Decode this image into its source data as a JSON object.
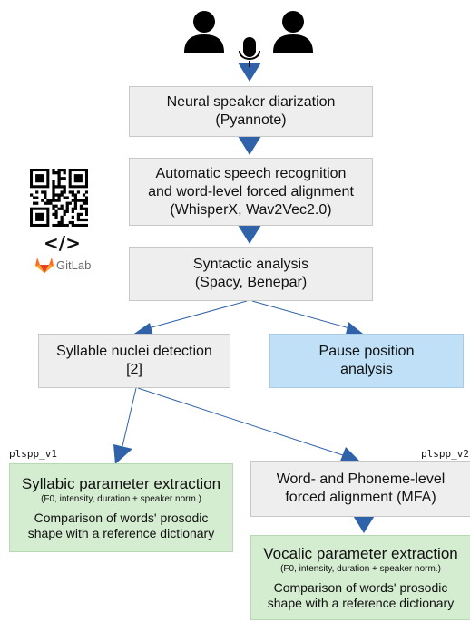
{
  "boxes": {
    "diarization": {
      "line1": "Neural speaker diarization",
      "line2": "(Pyannote)"
    },
    "asr": {
      "line1": "Automatic speech recognition",
      "line2": "and word-level forced alignment",
      "line3": "(WhisperX, Wav2Vec2.0)"
    },
    "syntax": {
      "line1": "Syntactic analysis",
      "line2": "(Spacy, Benepar)"
    },
    "syllable": {
      "line1": "Syllable nuclei detection",
      "line2": "[2]"
    },
    "pause": {
      "line1": "Pause position",
      "line2": "analysis"
    },
    "syllabic": {
      "title": "Syllabic parameter extraction",
      "note": "(F0, intensity, duration + speaker norm.)",
      "line1": "Comparison of words' prosodic",
      "line2": "shape with a reference dictionary"
    },
    "mfa": {
      "line1": "Word- and Phoneme-level",
      "line2": "forced alignment (MFA)"
    },
    "vocalic": {
      "title": "Vocalic parameter extraction",
      "note": "(F0, intensity, duration + speaker norm.)",
      "line1": "Comparison of words' prosodic",
      "line2": "shape with a reference dictionary"
    }
  },
  "labels": {
    "left": "plspp_v1",
    "right": "plspp_v2"
  },
  "gitlab": {
    "code_glyph": "</>",
    "brand": "GitLab"
  },
  "colors": {
    "arrow": "#2f62a8",
    "gray_box": "#eeeeee",
    "blue_box": "#bfe0f7",
    "green_box": "#d4ecd0",
    "gitlab_orange": "#fc6d26"
  },
  "icons": [
    "person-icon",
    "microphone-icon",
    "qr-code-icon",
    "gitlab-logo-icon"
  ]
}
